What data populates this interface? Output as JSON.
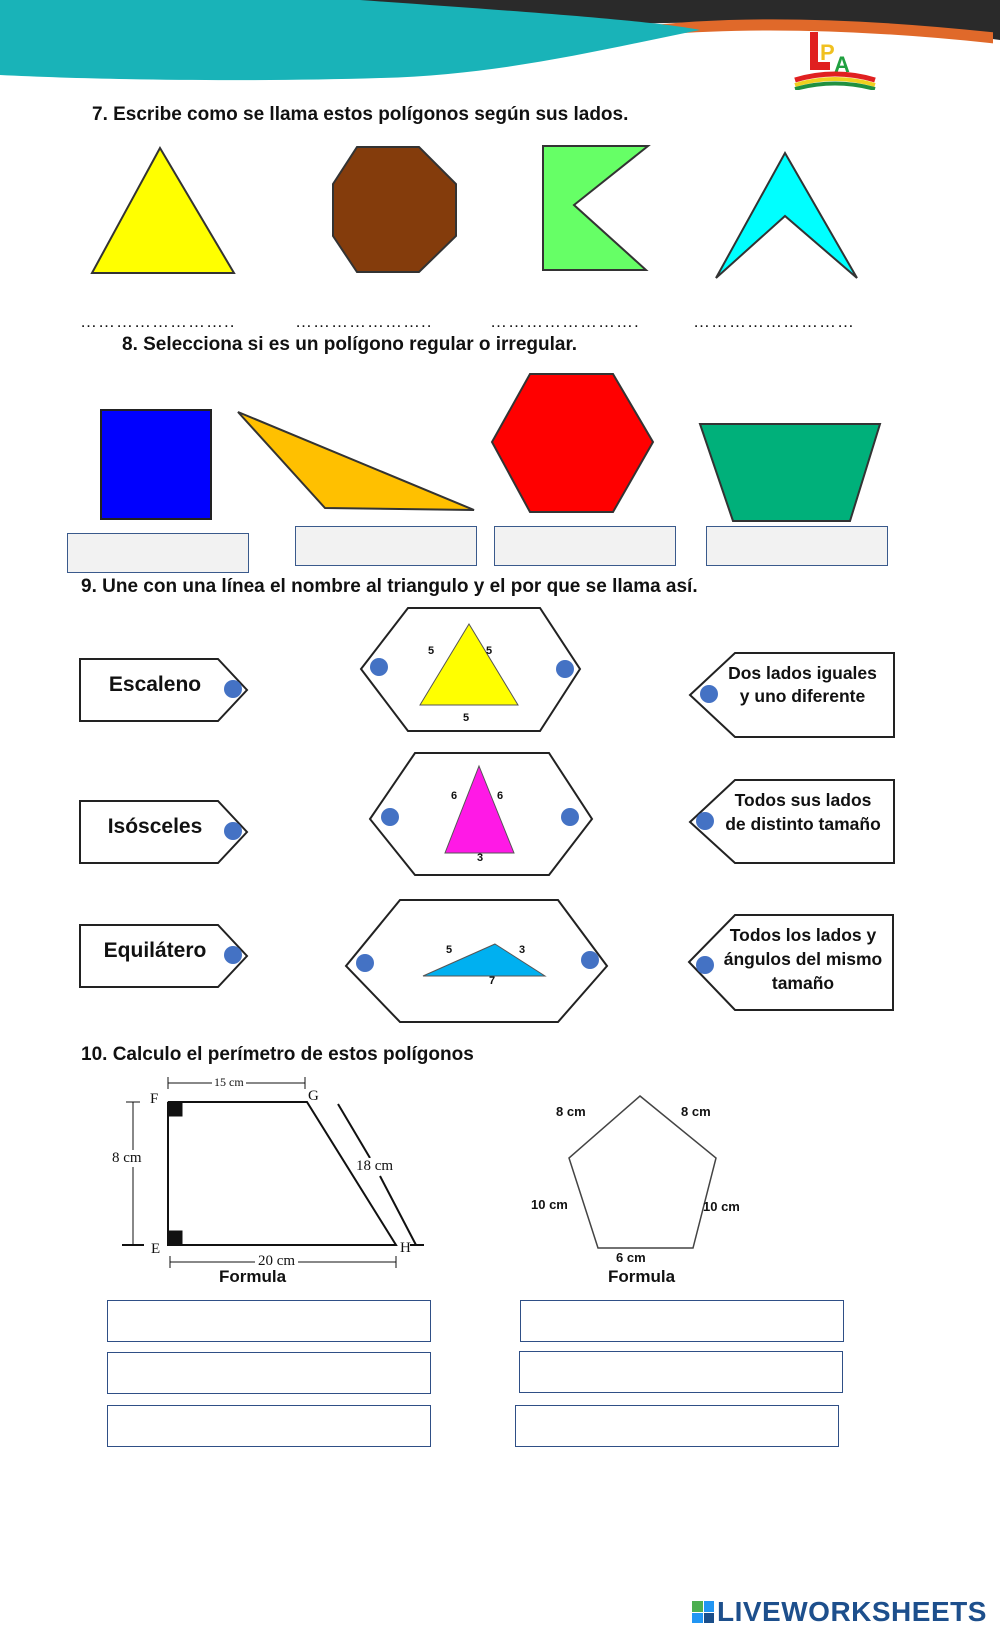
{
  "header": {
    "logo_text": "LPA",
    "colors": {
      "teal": "#19b3b8",
      "black": "#2a2a2a",
      "orange": "#e0692a"
    }
  },
  "q7": {
    "title": "7. Escribe como se llama estos polígonos según sus lados.",
    "shapes": [
      {
        "name": "triangle",
        "color": "#ffff00"
      },
      {
        "name": "octagon",
        "color": "#843c0c"
      },
      {
        "name": "concave-pentagon",
        "color": "#66ff66"
      },
      {
        "name": "concave-quadrilateral",
        "color": "#00ffff"
      }
    ],
    "blanks": [
      "……………………..",
      "…………………..",
      "…………………….",
      "………………………"
    ]
  },
  "q8": {
    "title": "8.  Selecciona si es un polígono regular o irregular.",
    "shapes": [
      {
        "name": "square",
        "color": "#0000ff"
      },
      {
        "name": "obtuse-triangle",
        "color": "#ffc000"
      },
      {
        "name": "hexagon",
        "color": "#ff0000"
      },
      {
        "name": "trapezoid",
        "color": "#00b07a"
      }
    ]
  },
  "q9": {
    "title": "9.   Une con una línea el nombre al triangulo y el por que se llama así.",
    "names": [
      "Escaleno",
      "Isósceles",
      "Equilátero"
    ],
    "triangles": [
      {
        "sides": [
          "5",
          "5",
          "5"
        ],
        "color": "#ffff00"
      },
      {
        "sides": [
          "6",
          "6",
          "3"
        ],
        "color": "#ff19e6"
      },
      {
        "sides": [
          "5",
          "3",
          "7"
        ],
        "color": "#00b0f0"
      }
    ],
    "reasons": [
      "Dos lados iguales y uno diferente",
      "Todos sus lados de distinto tamaño",
      "Todos los lados y ángulos del mismo tamaño"
    ],
    "dot_color": "#4472c4"
  },
  "q10": {
    "title": "10. Calculo el perímetro de estos polígonos",
    "trapezoid": {
      "vertices": [
        "F",
        "G",
        "E",
        "H"
      ],
      "top": "15 cm",
      "left": "8 cm",
      "slant": "18 cm",
      "bottom": "20 cm"
    },
    "pentagon": {
      "top_left": "8 cm",
      "top_right": "8 cm",
      "left": "10 cm",
      "right": "10 cm",
      "bottom": "6 cm"
    },
    "formula_label": "Formula"
  },
  "footer": {
    "brand": "LIVEWORKSHEETS"
  }
}
